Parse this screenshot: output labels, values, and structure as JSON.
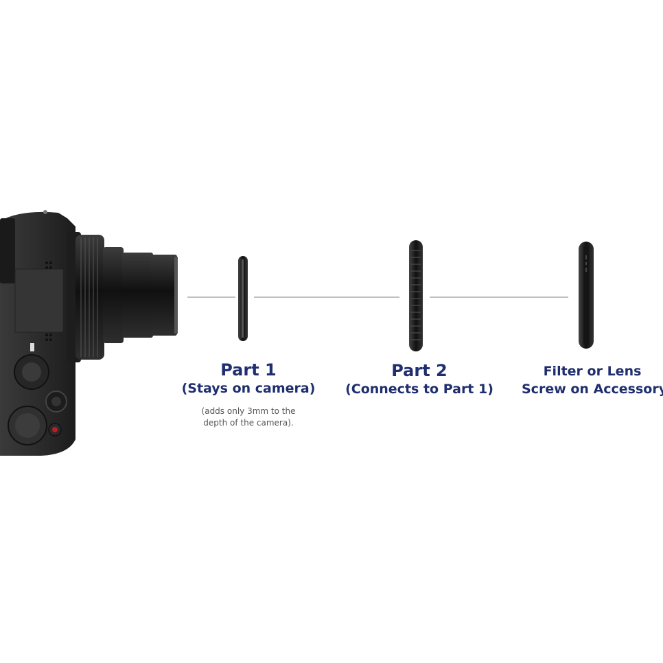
{
  "parts": [
    {
      "title": "Part 1",
      "subtitle": "(Stays on camera)",
      "note_line1": "(adds only 3mm to the",
      "note_line2": "depth of the camera)."
    },
    {
      "title": "Part 2",
      "subtitle": "(Connects to Part 1)"
    },
    {
      "title": "Filter or Lens",
      "subtitle": "Screw on Accessory"
    }
  ],
  "colors": {
    "label_text": "#1f2e6e",
    "note_text": "#555555",
    "camera_body": "#2a2a2a",
    "ring": "#1e1e1e",
    "connector_line": "#9a9a9a"
  },
  "icons": [
    "camera-icon",
    "adapter-ring-icon",
    "threaded-ring-icon",
    "filter-icon"
  ]
}
